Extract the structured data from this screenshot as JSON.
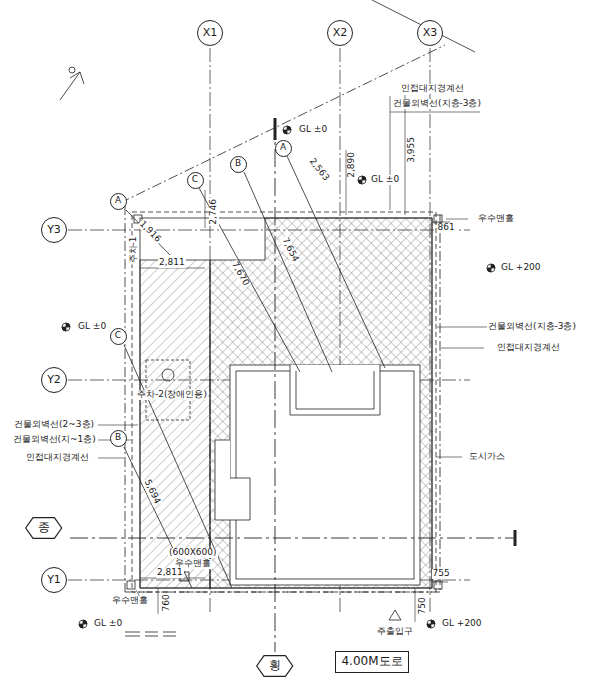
{
  "diagram": {
    "nodes": [
      {
        "text": [
          "X1"
        ]
      },
      {
        "text": [
          "X2"
        ]
      },
      {
        "text": [
          "X3"
        ]
      },
      {
        "text": [
          "A"
        ]
      },
      {
        "text": [
          "B"
        ]
      },
      {
        "text": [
          "C"
        ]
      },
      {
        "text": [
          "A"
        ]
      },
      {
        "text": [
          "Y3"
        ]
      },
      {
        "text": [
          "C"
        ]
      },
      {
        "text": [
          "Y2"
        ]
      },
      {
        "text": [
          "B"
        ]
      },
      {
        "text": [
          "종"
        ]
      },
      {
        "text": [
          "Y1"
        ]
      },
      {
        "text": [
          "횡"
        ]
      },
      {
        "text": [
          "4.00M도로"
        ]
      }
    ],
    "labels": [
      "인접대지경계선",
      "건물외벽선(지층-3층)",
      "GL ±0",
      "2,563",
      "GL ±0",
      "2,890",
      "3,955",
      "우수맨홀",
      "861",
      "1,916",
      "2,746",
      "7,654",
      "주차-1",
      "2,811",
      "7,670",
      "GL +200",
      "GL ±0",
      "건물외벽선(지층-3층)",
      "인접대지경계선",
      "주차-2(장애인용)",
      "건물외벽선(2~3층)",
      "건물외벽선(지~1층)",
      "인접대지경계선",
      "도시가스",
      "5,694",
      "(600X600)",
      "우수맨홀",
      "2,811",
      "우수맨홀",
      "760",
      "755",
      "750",
      "주출입구",
      "GL +200",
      "GL ±0"
    ]
  }
}
